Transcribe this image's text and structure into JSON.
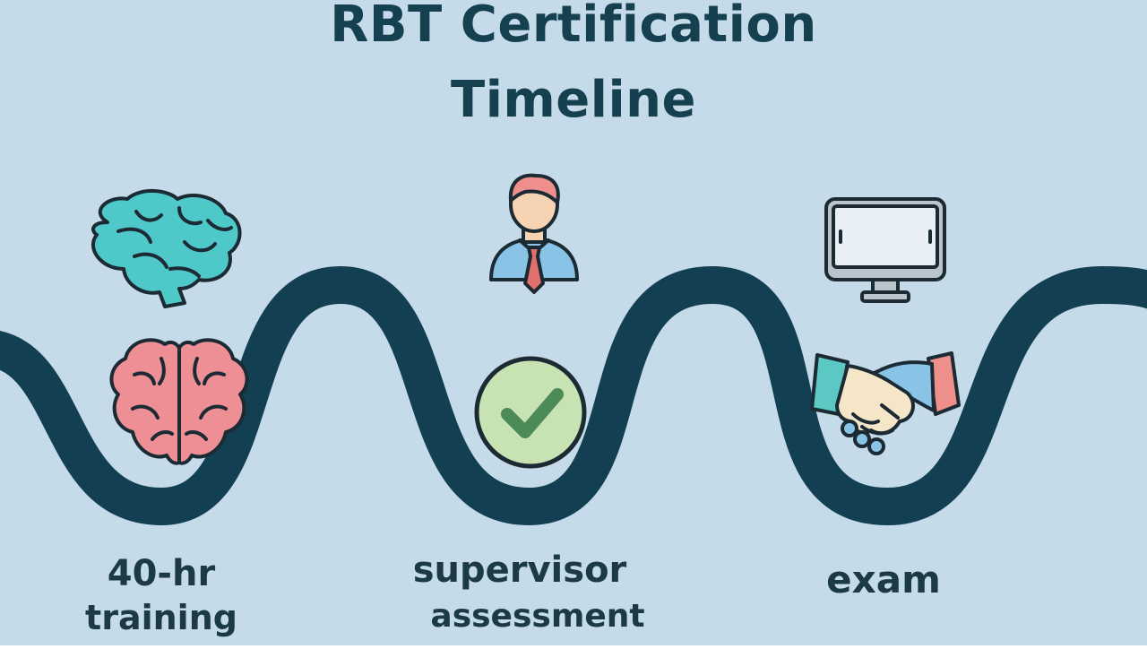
{
  "title": {
    "line1": "RBT Certification",
    "line2": "Timeline"
  },
  "steps": [
    {
      "label_line1": "40-hr",
      "label_line2": "training",
      "icons": [
        "brain-side-icon",
        "brain-top-icon"
      ]
    },
    {
      "label_line1": "supervisor",
      "label_line2": "assessment",
      "icons": [
        "supervisor-person-icon",
        "checkmark-circle-icon"
      ]
    },
    {
      "label_line1": "exam",
      "icons": [
        "computer-monitor-icon",
        "handshake-icon"
      ]
    }
  ],
  "colors": {
    "background": "#c6dbe9",
    "path": "#123f52",
    "title": "#15404f",
    "brain_side": "#4ec8c8",
    "brain_top": "#ee8f95",
    "check_fill": "#c7e3b4",
    "check_mark": "#4c8a58",
    "shirt": "#89c4e6",
    "tie": "#e0706b",
    "skin": "#f6d3b3",
    "hair": "#ef8f8c",
    "monitor_screen": "#e8f0f6",
    "monitor_body": "#b9c4cc"
  }
}
